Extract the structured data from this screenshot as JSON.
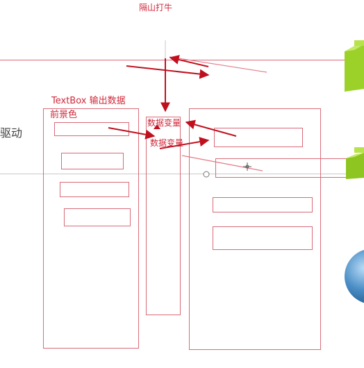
{
  "labels": {
    "author_caption": "隔山打牛",
    "left_text": "驱动",
    "textbox_caption": "TextBox  输出数据",
    "foreground_caption": "前景色",
    "data_change_1": "数据变量",
    "data_change_2": "数据变量"
  },
  "colors": {
    "stroke": "#d86a78",
    "arrow": "#c0101e",
    "guide": "#c8c8c8",
    "green_block": "#9cd12a",
    "blue_sphere": "#4c8fc7"
  }
}
